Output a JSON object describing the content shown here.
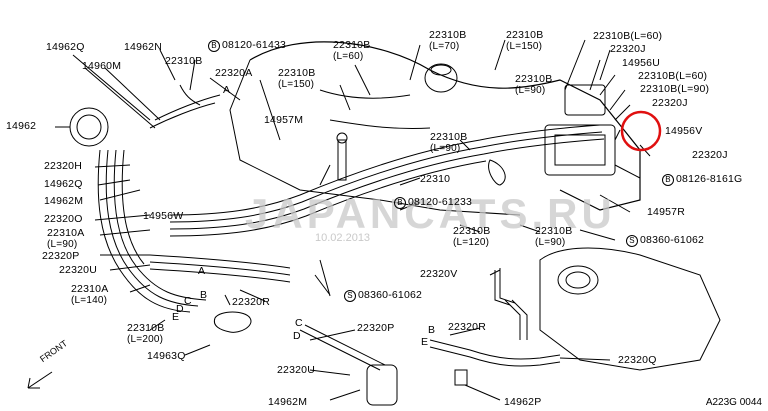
{
  "diagram": {
    "watermark": "JAPANCATS.RU",
    "watermark_date": "10.02.2013",
    "front_label": "FRONT",
    "code": "A223G 0044",
    "highlight_color": "#e01010",
    "labels": {
      "l14962q_top": "14962Q",
      "l14962n": "14962N",
      "l08120_61433": "08120-61433",
      "l14960m": "14960M",
      "l22310b_a": "22310B",
      "l22320a": "22320A",
      "l14962": "14962",
      "l22310b_l60_a": "22310B",
      "l22310b_l60_a_sub": "(L=60)",
      "l22310b_l70": "22310B",
      "l22310b_l70_sub": "(L=70)",
      "l22310b_l150_a": "22310B",
      "l22310b_l150_a_sub": "(L=150)",
      "l22310b_l60_b": "22310B(L=60)",
      "l22320j_a": "22320J",
      "l22310b_l150_b": "22310B",
      "l22310b_l150_b_sub": "(L=150)",
      "l14956u": "14956U",
      "l22310b_l60_c": "22310B(L=60)",
      "l22310b_l90_a": "22310B",
      "l22310b_l90_a_sub": "(L=90)",
      "l22310b_l90_b": "22310B(L=90)",
      "l22320j_b": "22320J",
      "l14957m": "14957M",
      "l14956v": "14956V",
      "l22310b_l90_c": "22310B",
      "l22310b_l90_c_sub": "(L=90)",
      "l22320j_c": "22320J",
      "l22320h": "22320H",
      "l14962q_mid": "14962Q",
      "l14962m_a": "14962M",
      "l22310": "22310",
      "l08126_8161g": "08126-8161G",
      "l22320o": "22320O",
      "l14956w": "14956W",
      "l08120_61233": "08120-61233",
      "l14957r": "14957R",
      "l22310a_l90": "22310A",
      "l22310a_l90_sub": "(L=90)",
      "l22310b_l120": "22310B",
      "l22310b_l120_sub": "(L=120)",
      "l22310b_l90_d": "22310B",
      "l22310b_l90_d_sub": "(L=90)",
      "l08360_61062_a": "08360-61062",
      "l22320p_a": "22320P",
      "l22320u_a": "22320U",
      "l22320v": "22320V",
      "l22310a_l140": "22310A",
      "l22310a_l140_sub": "(L=140)",
      "l08360_61062_b": "08360-61062",
      "l22320r_a": "22320R",
      "l22310b_l200": "22310B",
      "l22310b_l200_sub": "(L=200)",
      "l22320p_b": "22320P",
      "l22320r_b": "22320R",
      "l14963q": "14963Q",
      "l22320u_b": "22320U",
      "l22320q": "22320Q",
      "l14962m_b": "14962M",
      "l14962p": "14962P",
      "letter_a1": "A",
      "letter_b1": "B",
      "letter_c1": "C",
      "letter_d1": "D",
      "letter_e1": "E",
      "letter_c2": "C",
      "letter_d2": "D",
      "letter_b2": "B",
      "letter_e2": "E",
      "letter_a2": "A"
    }
  }
}
